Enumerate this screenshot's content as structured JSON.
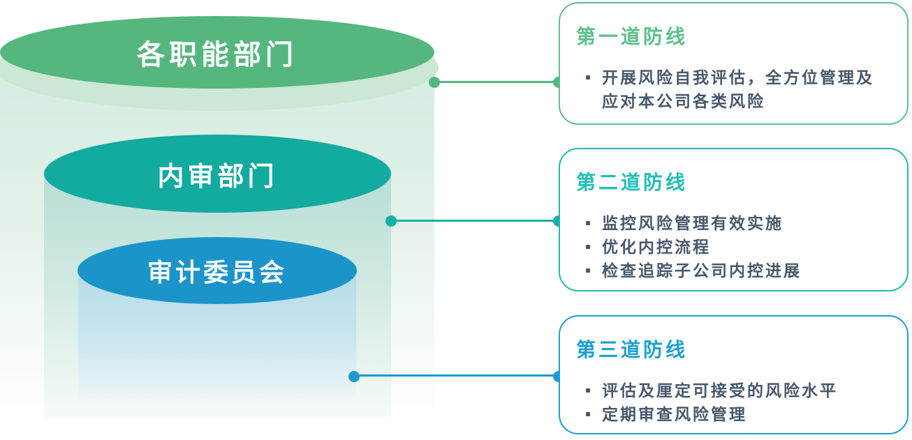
{
  "pyramid": {
    "layers": [
      {
        "label": "各职能部门",
        "color": "#55b77e"
      },
      {
        "label": "内审部门",
        "color": "#13aaa0"
      },
      {
        "label": "审计委员会",
        "color": "#1b95c9"
      }
    ]
  },
  "cards": [
    {
      "title": "第一道防线",
      "accent": "#5cc08a",
      "bullets": [
        "开展风险自我评估，全方位管理及应对本公司各类风险"
      ]
    },
    {
      "title": "第二道防线",
      "accent": "#1eb9b0",
      "bullets": [
        "监控风险管理有效实施",
        "优化内控流程",
        "检查追踪子公司内控进展"
      ]
    },
    {
      "title": "第三道防线",
      "accent": "#1c9fd3",
      "bullets": [
        "评估及厘定可接受的风险水平",
        "定期审查风险管理"
      ]
    }
  ],
  "text_color": "#47586d"
}
